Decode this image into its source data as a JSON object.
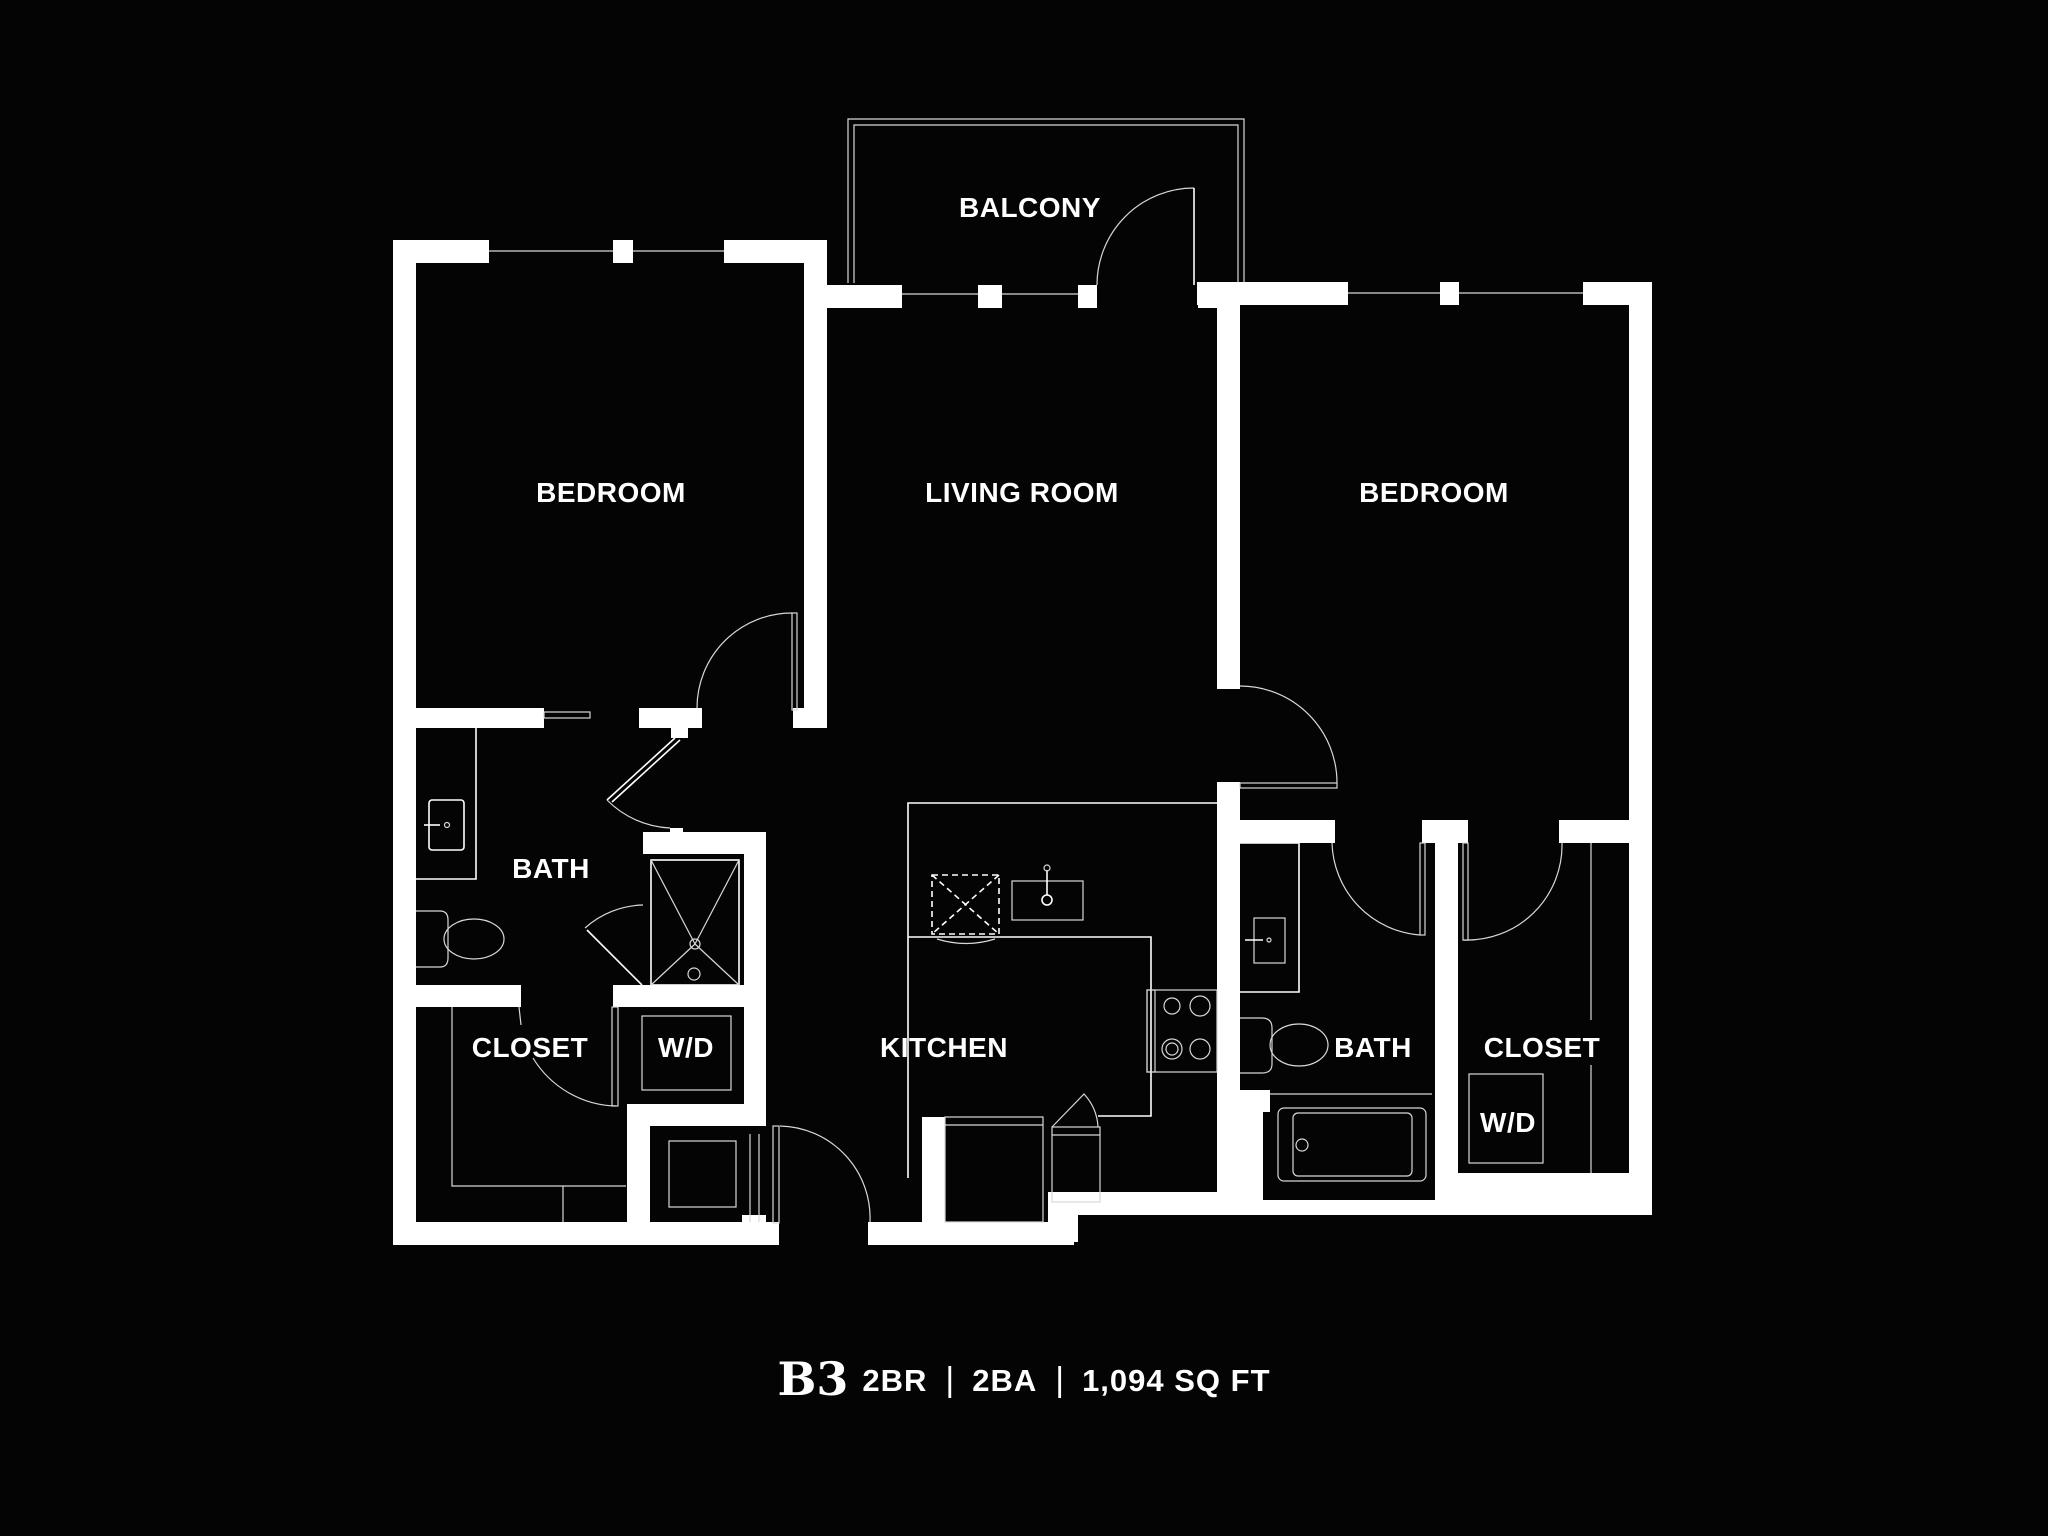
{
  "plan": {
    "unit_name": "B3",
    "bedrooms": "2BR",
    "bathrooms": "2BA",
    "area": "1,094 SQ FT",
    "separator": "|",
    "colors": {
      "background": "#050404",
      "walls": "#ffffff",
      "text": "#ffffff"
    }
  },
  "rooms": {
    "balcony": "BALCONY",
    "bedroom_left": "BEDROOM",
    "living_room": "LIVING ROOM",
    "bedroom_right": "BEDROOM",
    "bath_left": "BATH",
    "closet_left": "CLOSET",
    "wd_left": "W/D",
    "kitchen": "KITCHEN",
    "bath_right": "BATH",
    "closet_right": "CLOSET",
    "wd_right": "W/D"
  }
}
